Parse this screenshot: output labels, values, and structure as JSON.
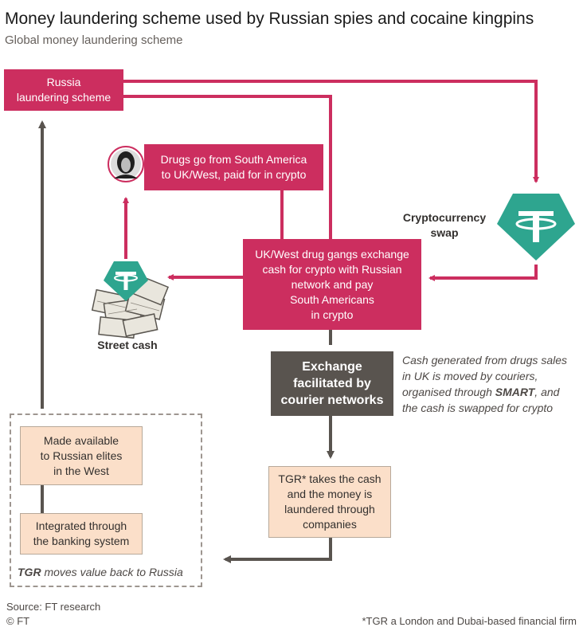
{
  "header": {
    "title": "Money laundering scheme used by Russian spies and cocaine kingpins",
    "subtitle": "Global money laundering scheme"
  },
  "nodes": {
    "russia": "Russia\nlaundering scheme",
    "drugs": "Drugs go from South America\nto UK/West, paid for in crypto",
    "gangs": "UK/West drug gangs exchange\ncash for crypto with Russian\nnetwork and pay\nSouth Americans\nin crypto",
    "courier": "Exchange\nfacilitated by\ncourier networks",
    "tgr": "TGR* takes the cash\nand the money is\nlaundered through\ncompanies",
    "elites": "Made available\nto Russian elites\nin the West",
    "banking": "Integrated through\nthe banking system"
  },
  "labels": {
    "crypto_swap": "Cryptocurrency\nswap",
    "street_cash": "Street cash"
  },
  "notes": {
    "cash_note_pre": "Cash generated from drugs sales\nin UK is moved by couriers,\norganised through ",
    "cash_note_bold": "SMART",
    "cash_note_post": ", and\nthe cash is swapped for crypto",
    "tgr_bold": "TGR",
    "tgr_rest": " moves value back to Russia"
  },
  "footer": {
    "source": "Source: FT research",
    "copyright": "© FT",
    "footnote": "*TGR a London and Dubai-based financial firm"
  },
  "colors": {
    "pink": "#cc2e5f",
    "grey": "#59544f",
    "peach": "#fbdfc9",
    "tether_green": "#2ea58f"
  },
  "icons": [
    "tether-icon",
    "person-icon",
    "cash-stack-icon"
  ]
}
